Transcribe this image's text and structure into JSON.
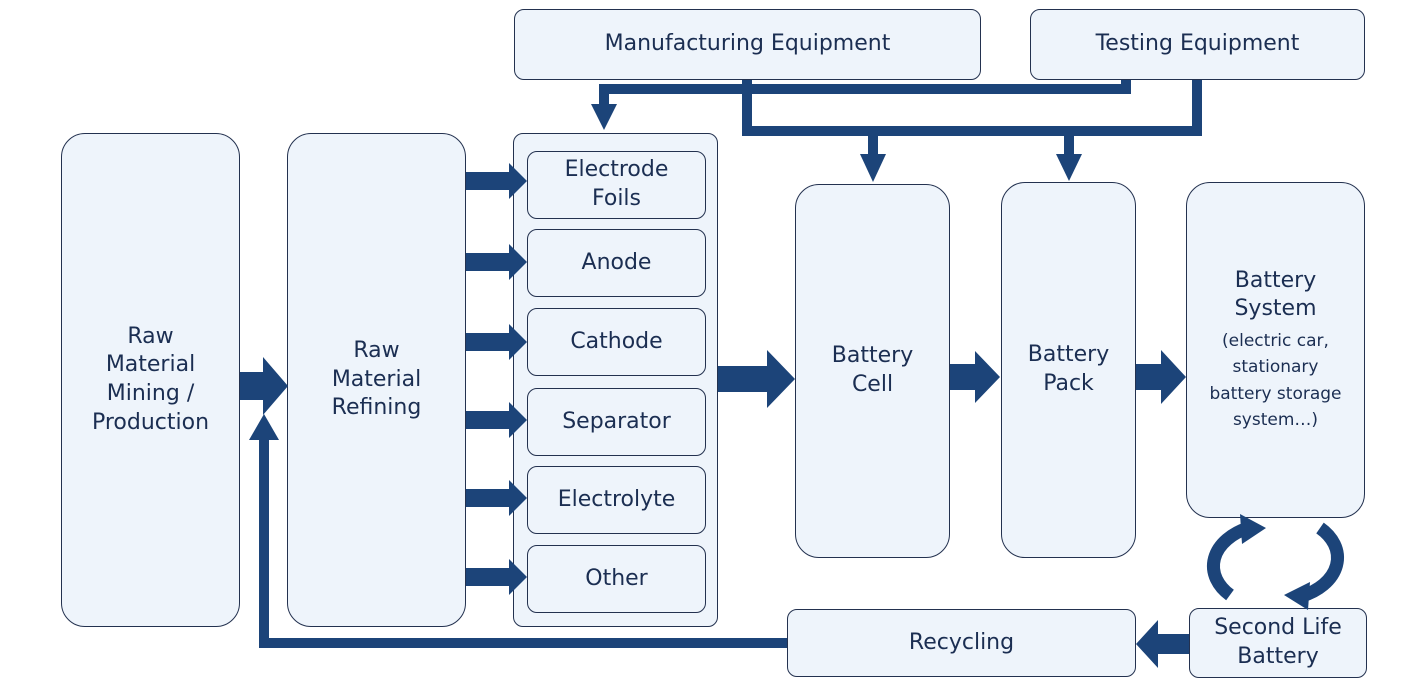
{
  "nodes": {
    "raw_mining": [
      "Raw",
      "Material",
      "Mining /",
      "Production"
    ],
    "raw_refining": [
      "Raw",
      "Material",
      "Refining"
    ],
    "electrode_foils": [
      "Electrode",
      "Foils"
    ],
    "anode": "Anode",
    "cathode": "Cathode",
    "separator": "Separator",
    "electrolyte": "Electrolyte",
    "other": "Other",
    "battery_cell": [
      "Battery",
      "Cell"
    ],
    "battery_pack": [
      "Battery",
      "Pack"
    ],
    "battery_system": [
      "Battery",
      "System"
    ],
    "battery_system_note": [
      "(electric car,",
      "stationary",
      "battery storage",
      "system…)"
    ],
    "manufacturing_equipment": "Manufacturing Equipment",
    "testing_equipment": "Testing Equipment",
    "recycling": "Recycling",
    "second_life": [
      "Second Life",
      "Battery"
    ]
  },
  "colors": {
    "arrow": "#1c4479",
    "box_fill": "#eef4fb",
    "box_stroke": "#23314f",
    "text": "#1b2e52"
  }
}
